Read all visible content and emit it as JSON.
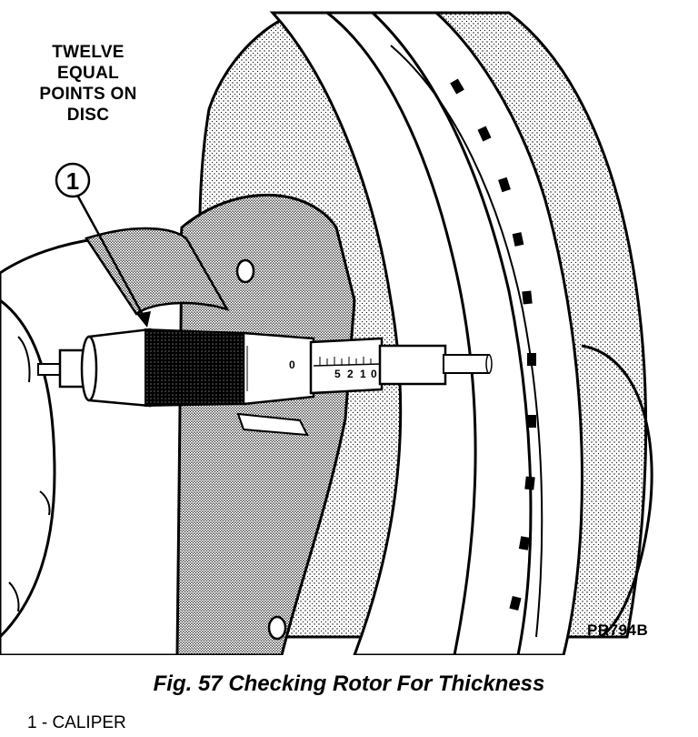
{
  "figure": {
    "note_lines": [
      "TWELVE",
      "EQUAL",
      "POINTS ON",
      "DISC"
    ],
    "callout_number": "1",
    "image_code": "PR794B",
    "caption": "Fig. 57 Checking Rotor For Thickness",
    "legend": [
      "1 - CALIPER"
    ],
    "thimble_marks": [
      "0",
      "5",
      "2",
      "1",
      "0"
    ]
  }
}
